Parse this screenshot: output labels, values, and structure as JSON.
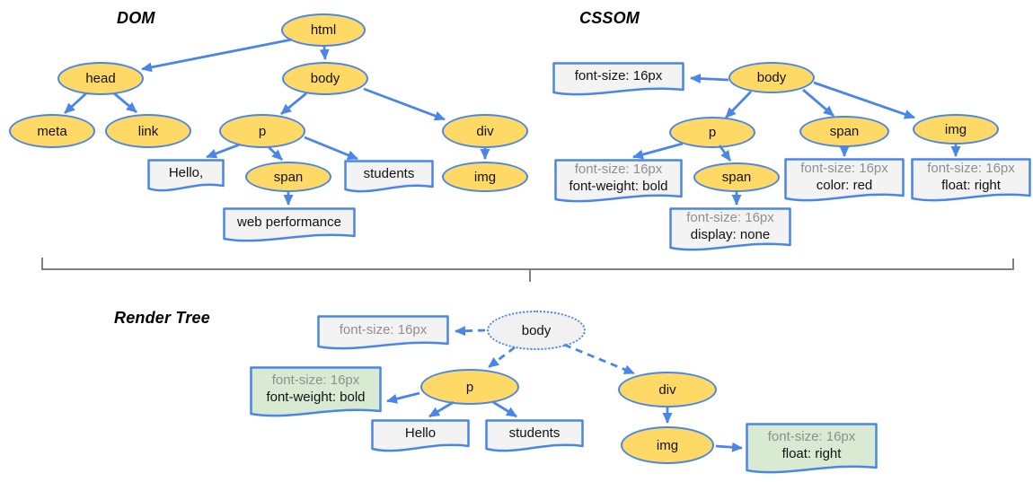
{
  "colors": {
    "node_fill": "#FFD966",
    "stroke_blue": "#4A86E8",
    "text_box_fill": "#F3F3F3",
    "green_box_fill": "#D9EAD3",
    "render_root_fill": "#F1F1F1",
    "gray_text": "#8F8F8F",
    "brace_gray": "#808080"
  },
  "dom": {
    "title": "DOM",
    "nodes": {
      "html": "html",
      "head": "head",
      "body": "body",
      "meta": "meta",
      "link": "link",
      "p": "p",
      "div": "div",
      "span": "span",
      "img": "img"
    },
    "text_boxes": {
      "hello": "Hello,",
      "students": "students",
      "web_performance": "web performance"
    }
  },
  "cssom": {
    "title": "CSSOM",
    "nodes": {
      "body": "body",
      "p": "p",
      "span": "span",
      "img": "img",
      "span_child": "span"
    },
    "style_boxes": {
      "body_style": {
        "line1": "font-size: 16px"
      },
      "p_style": {
        "line1": "font-size: 16px",
        "line2": "font-weight: bold"
      },
      "span_child_style": {
        "line1": "font-size: 16px",
        "line2": "display: none"
      },
      "span_style": {
        "line1": "font-size: 16px",
        "line2": "color: red"
      },
      "img_style": {
        "line1": "font-size: 16px",
        "line2": "float: right"
      }
    }
  },
  "render": {
    "title": "Render Tree",
    "nodes": {
      "body": "body",
      "p": "p",
      "div": "div",
      "img": "img"
    },
    "text_boxes": {
      "hello": "Hello",
      "students": "students"
    },
    "style_boxes": {
      "body_style": {
        "line1": "font-size: 16px"
      },
      "p_style": {
        "line1": "font-size: 16px",
        "line2": "font-weight: bold"
      },
      "img_style": {
        "line1": "font-size: 16px",
        "line2": "float: right"
      }
    }
  }
}
